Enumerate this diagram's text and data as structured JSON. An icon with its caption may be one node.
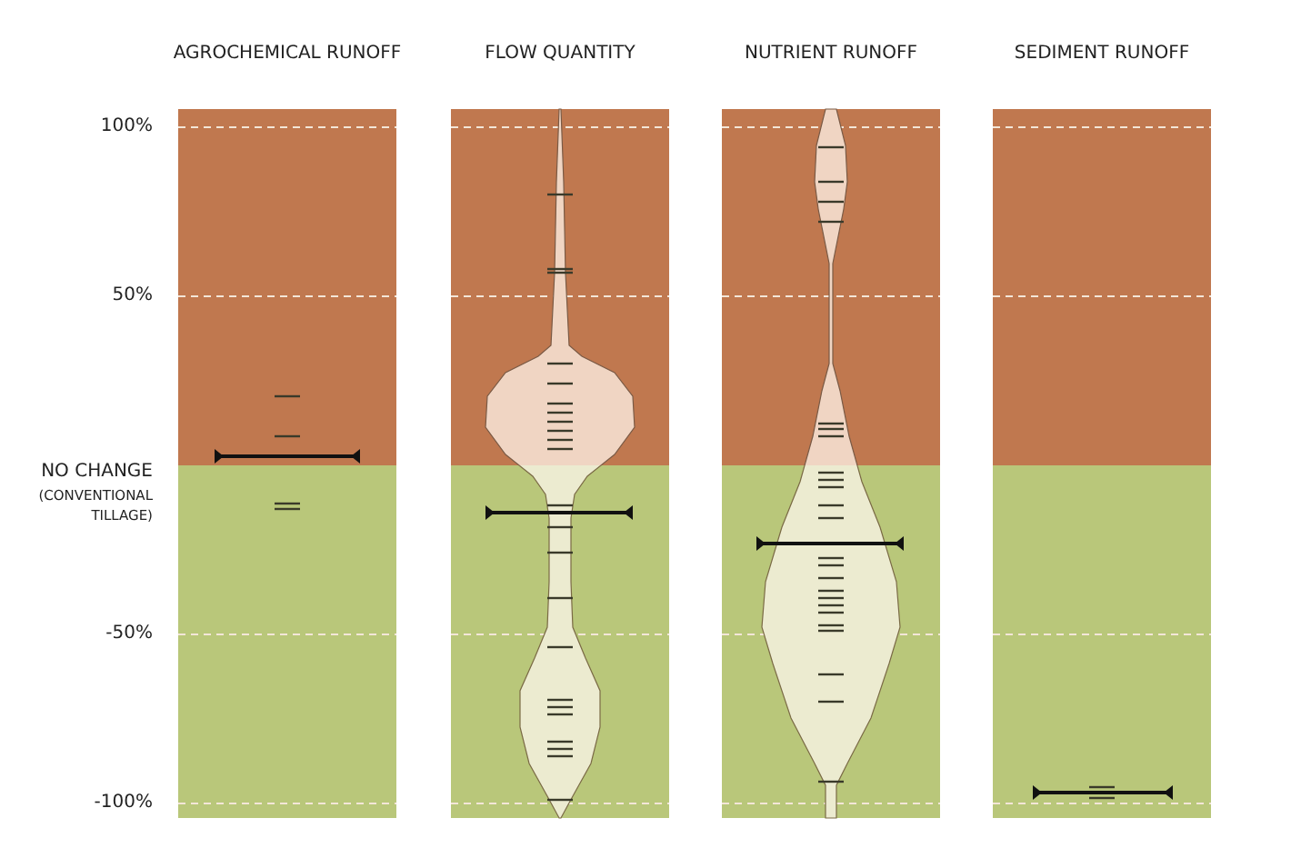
{
  "diagram": {
    "labels": [
      "AGROCHEMICAL RUNOFF",
      "FLOW QUANTITY",
      "NUTRIENT RUNOFF",
      "SEDIMENT RUNOFF",
      "100%",
      "50%",
      "NO CHANGE",
      "(CONVENTIONAL TILLAGE)",
      "-50%",
      "-100%"
    ]
  }
}
